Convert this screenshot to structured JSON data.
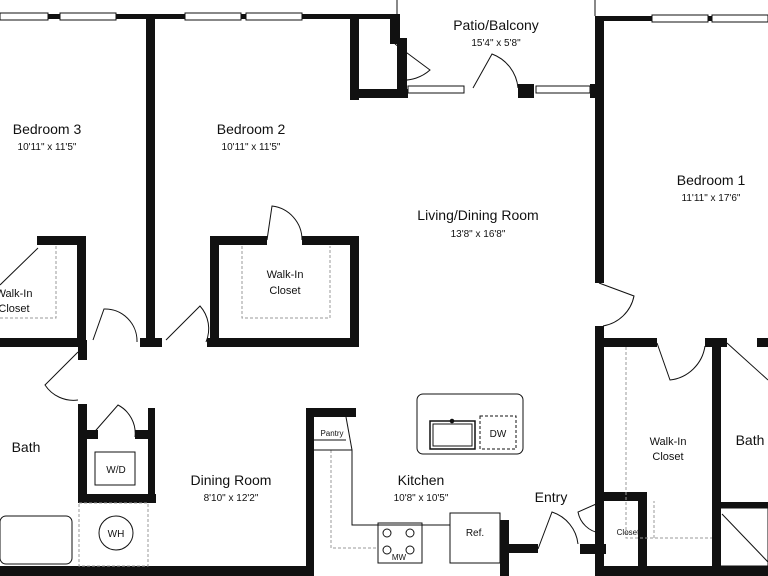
{
  "rooms": {
    "patio": {
      "name": "Patio/Balcony",
      "dims": "15'4\" x 5'8\""
    },
    "bedroom3": {
      "name": "Bedroom 3",
      "dims": "10'11\" x 11'5\""
    },
    "bedroom2": {
      "name": "Bedroom 2",
      "dims": "10'11\" x 11'5\""
    },
    "bedroom1": {
      "name": "Bedroom 1",
      "dims": "11'11\" x 17'6\""
    },
    "living": {
      "name": "Living/Dining Room",
      "dims": "13'8\" x 16'8\""
    },
    "dining": {
      "name": "Dining Room",
      "dims": "8'10\" x 12'2\""
    },
    "kitchen": {
      "name": "Kitchen",
      "dims": "10'8\" x 10'5\""
    },
    "entry": {
      "name": "Entry"
    },
    "bath_left": {
      "name": "Bath"
    },
    "bath_right": {
      "name": "Bath"
    },
    "walkin_left": {
      "line1": "Walk-In",
      "line2": "Closet"
    },
    "walkin_center": {
      "line1": "Walk-In",
      "line2": "Closet"
    },
    "walkin_right": {
      "line1": "Walk-In",
      "line2": "Closet"
    }
  },
  "fixtures": {
    "pantry": "Pantry",
    "washer_dryer": "W/D",
    "water_heater": "WH",
    "dishwasher": "DW",
    "refrigerator": "Ref.",
    "microwave": "MW",
    "closet": "Closet"
  },
  "colors": {
    "wall": "#111111",
    "dashed": "#999999",
    "background": "#ffffff"
  }
}
